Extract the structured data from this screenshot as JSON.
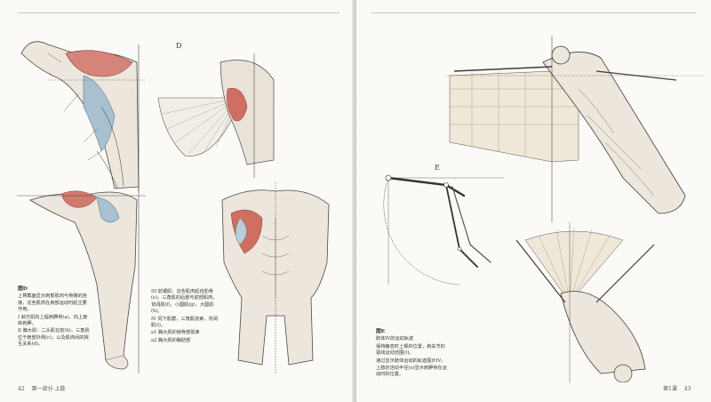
{
  "book": {
    "left_page_number": "42",
    "left_running_head": "第一部分 上肢",
    "right_page_number": "43",
    "right_running_head": "第1课"
  },
  "figures": {
    "d_label": "D",
    "e_label": "E"
  },
  "caption_d": {
    "title": "图D",
    "paragraphs": [
      "上臂截面显示肩部肌肉与骨骼的连接，这些肌肉在肩部运动时起主要作用。",
      "I 斜方肌向上提肩胛骨(a)，向上旋转肩胛。",
      "II 胸大肌：二头肌在前(b)，三角肌位于肩部外侧(c)，以及肌肉间的相互关系(d)。"
    ]
  },
  "caption_d2": {
    "paragraphs": [
      "III 前锯肌：这些肌肉起自肋骨(e)，三角肌的后部与前部肌肉，背阔肌(f)，小圆肌(g)，大圆肌(h)。",
      "IV 冈下肌群，三角肌前束，背阔肌(i)。",
      "a1 胸大肌的锁骨部肌束",
      "a2 胸大肌的胸肋部"
    ]
  },
  "caption_e": {
    "title": "图E",
    "paragraphs": [
      "肢体IV的运动轨迹",
      "保持静态时上臂的位置，肩关节的弧线运动范围(I)。",
      "通过显示肢体运动的轨迹图示IV。",
      "上肢的活动半径(o)显示肩胛骨在运动时的位置。"
    ]
  }
}
